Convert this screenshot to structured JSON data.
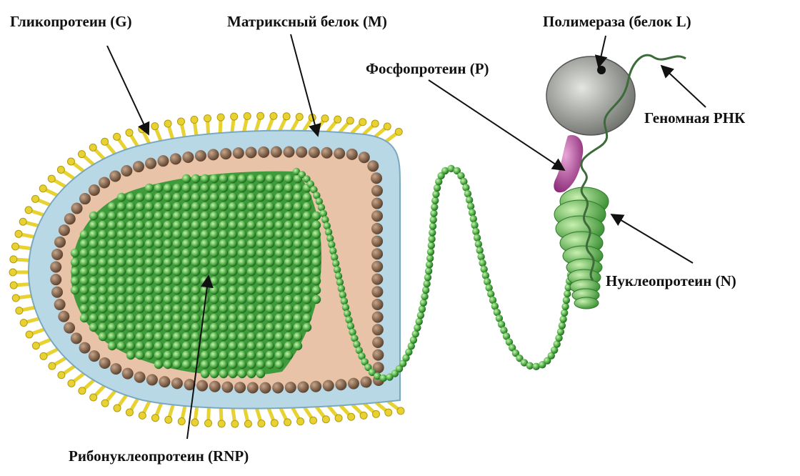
{
  "labels": {
    "glycoprotein": "Гликопротеин (G)",
    "matrix": "Матриксный белок (M)",
    "polymerase": "Полимераза (белок L)",
    "phosphoprotein": "Фосфопротеин (P)",
    "genomic_rna": "Геномная РНК",
    "nucleoprotein": "Нуклеопротеин (N)",
    "rnp": "Рибонуклеопротеин (RNP)"
  },
  "colors": {
    "glycoprotein": "#e8d231",
    "membrane": "#b9d8e6",
    "matrix": "#8a6a4f",
    "interior": "#e8c3a8",
    "rnp": "#3f9a3c",
    "rnp_light": "#a6d98c",
    "polymerase": "#8f928d",
    "phosphoprotein": "#b7459b",
    "rna": "#3d6b3a"
  }
}
